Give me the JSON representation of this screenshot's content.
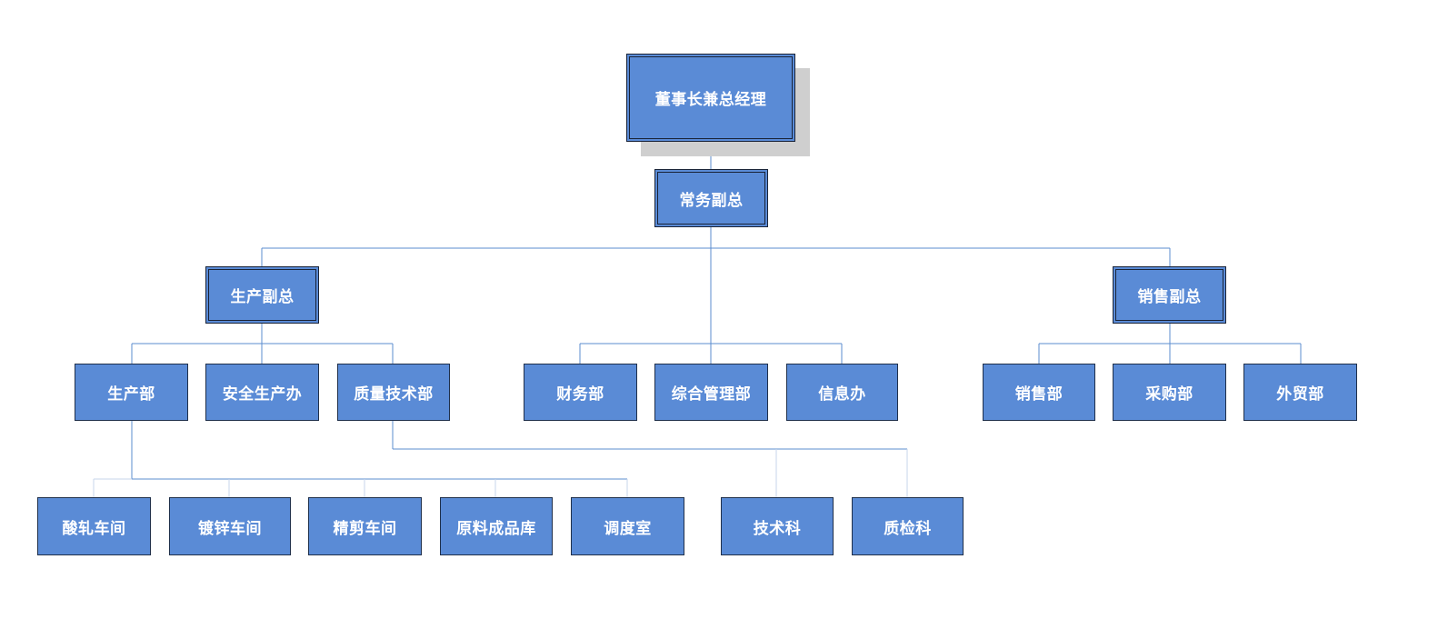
{
  "org_chart": {
    "root": {
      "label": "董事长兼总经理"
    },
    "deputy": {
      "label": "常务副总"
    },
    "production_vp": {
      "label": "生产副总",
      "departments": [
        {
          "label": "生产部"
        },
        {
          "label": "安全生产办"
        },
        {
          "label": "质量技术部"
        }
      ]
    },
    "middle_departments": [
      {
        "label": "财务部"
      },
      {
        "label": "综合管理部"
      },
      {
        "label": "信息办"
      }
    ],
    "sales_vp": {
      "label": "销售副总",
      "departments": [
        {
          "label": "销售部"
        },
        {
          "label": "采购部"
        },
        {
          "label": "外贸部"
        }
      ]
    },
    "production_units": [
      {
        "label": "酸轧车间"
      },
      {
        "label": "镀锌车间"
      },
      {
        "label": "精剪车间"
      },
      {
        "label": "原料成品库"
      },
      {
        "label": "调度室"
      }
    ],
    "quality_units": [
      {
        "label": "技术科"
      },
      {
        "label": "质检科"
      }
    ]
  },
  "colors": {
    "box_fill": "#5a8bd6",
    "box_border": "#1f2f4a",
    "connector": "#5b8ccf",
    "shadow": "#cfcfcf"
  }
}
